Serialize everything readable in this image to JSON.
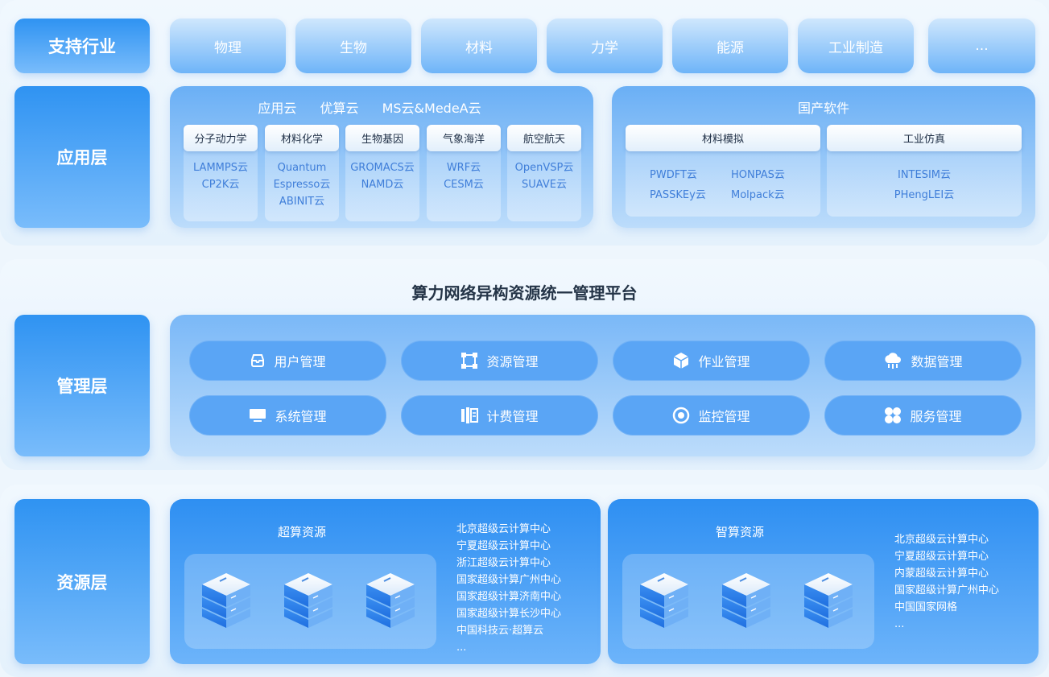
{
  "layers": {
    "industry": "支持行业",
    "app": "应用层",
    "management": "管理层",
    "resource": "资源层"
  },
  "industries": [
    "物理",
    "生物",
    "材料",
    "力学",
    "能源",
    "工业制造",
    "..."
  ],
  "app_cloud": {
    "titles": [
      "应用云",
      "优算云",
      "MS云&MedeA云"
    ],
    "columns": [
      {
        "head": "分子动力学",
        "items": [
          "LAMMPS云",
          "CP2K云"
        ]
      },
      {
        "head": "材料化学",
        "items": [
          "Quantum",
          "Espresso云",
          "ABINIT云"
        ]
      },
      {
        "head": "生物基因",
        "items": [
          "GROMACS云",
          "NAMD云"
        ]
      },
      {
        "head": "气象海洋",
        "items": [
          "WRF云",
          "CESM云"
        ]
      },
      {
        "head": "航空航天",
        "items": [
          "OpenVSP云",
          "SUAVE云"
        ]
      }
    ]
  },
  "domestic": {
    "title": "国产软件",
    "columns": [
      {
        "head": "材料模拟",
        "items": [
          "PWDFT云",
          "HONPAS云",
          "PASSKEy云",
          "Molpack云"
        ]
      },
      {
        "head": "工业仿真",
        "items": [
          "INTESIM云",
          "PHengLEI云"
        ]
      }
    ]
  },
  "platform": {
    "title": "算力网络异构资源统一管理平台",
    "buttons": [
      {
        "label": "用户管理",
        "icon": "user-icon"
      },
      {
        "label": "资源管理",
        "icon": "resource-icon"
      },
      {
        "label": "作业管理",
        "icon": "cube-icon"
      },
      {
        "label": "数据管理",
        "icon": "cloud-data-icon"
      },
      {
        "label": "系统管理",
        "icon": "monitor-icon"
      },
      {
        "label": "计费管理",
        "icon": "billing-icon"
      },
      {
        "label": "监控管理",
        "icon": "monitor-eye-icon"
      },
      {
        "label": "服务管理",
        "icon": "grid-icon"
      }
    ]
  },
  "resources": {
    "super": {
      "title": "超算资源",
      "centers": [
        "北京超级云计算中心",
        "宁夏超级云计算中心",
        "浙江超级云计算中心",
        "国家超级计算广州中心",
        "国家超级计算济南中心",
        "国家超级计算长沙中心",
        "中国科技云·超算云",
        "..."
      ]
    },
    "ai": {
      "title": "智算资源",
      "centers": [
        "北京超级云计算中心",
        "宁夏超级云计算中心",
        "内蒙超级云计算中心",
        "国家超级计算广州中心",
        "中国国家网格",
        "..."
      ]
    }
  }
}
